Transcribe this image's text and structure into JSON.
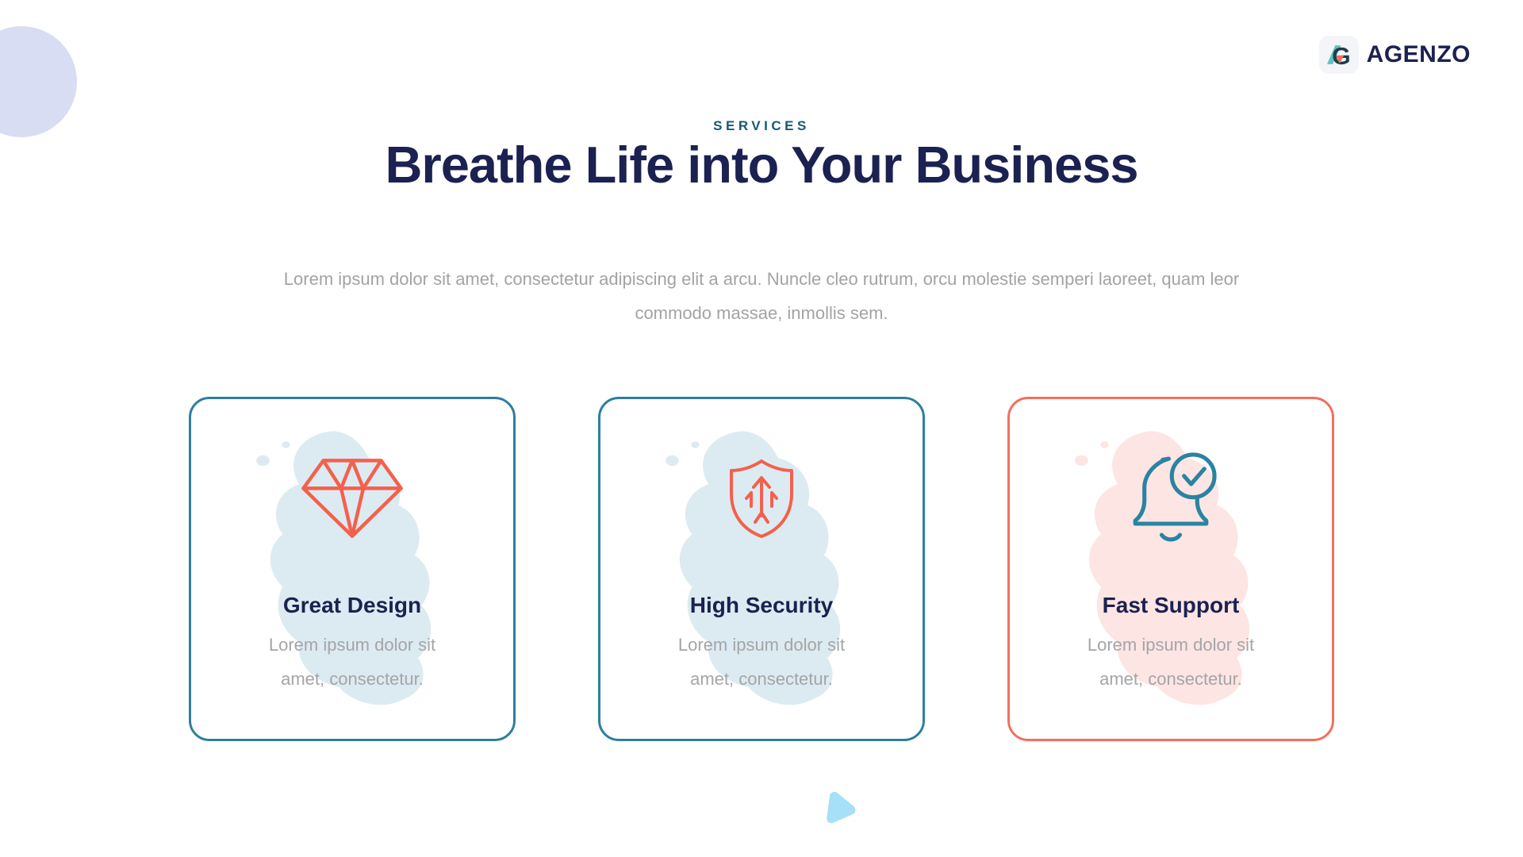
{
  "logo": {
    "text": "AGENZO",
    "monogram": "G",
    "colors": {
      "navy": "#1b2150",
      "teal": "#5ec3c4",
      "dark_teal": "#1e3d50",
      "coral": "#f2705c",
      "tile_bg": "#f4f5f8"
    }
  },
  "section": {
    "eyebrow": "SERVICES",
    "title": "Breathe Life into Your Business",
    "subtitle_line1": "Lorem ipsum dolor sit amet, consectetur adipiscing elit a arcu. Nuncle cleo rutrum, orcu molestie semperi laoreet, quam leor",
    "subtitle_line2": "commodo  massae, inmollis sem."
  },
  "cards": [
    {
      "title": "Great Design",
      "body_line1": "Lorem ipsum dolor sit",
      "body_line2": "amet, consectetur.",
      "icon": "diamond-icon",
      "border_color": "#2e7f9d",
      "brush_color": "#dcebf1",
      "icon_color": "#f4604d"
    },
    {
      "title": "High Security",
      "body_line1": "Lorem ipsum dolor sit",
      "body_line2": "amet, consectetur.",
      "icon": "shield-arrows-icon",
      "border_color": "#2e7f9d",
      "brush_color": "#dcebf1",
      "icon_color": "#f4604d"
    },
    {
      "title": "Fast Support",
      "body_line1": "Lorem ipsum dolor sit",
      "body_line2": "amet, consectetur.",
      "icon": "bell-check-icon",
      "border_color": "#f2705c",
      "brush_color": "#fce5e3",
      "icon_color": "#2a83a2"
    }
  ],
  "decor": {
    "circle_color": "#d9ddf3",
    "triangle_color": "#a6e0f8"
  }
}
